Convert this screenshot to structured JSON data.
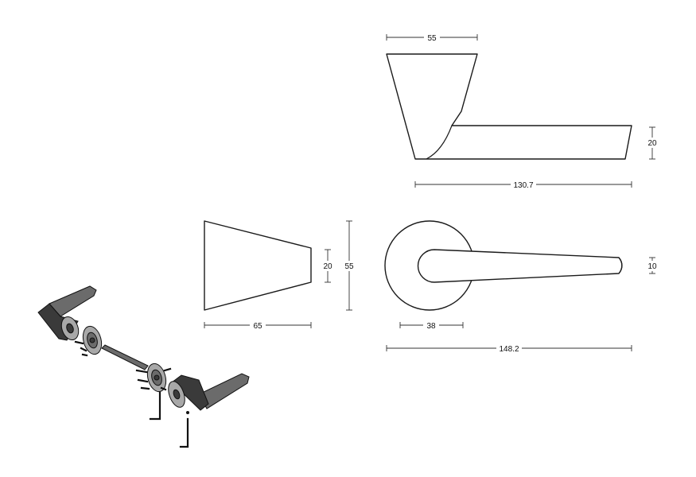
{
  "dimensions": {
    "top_width": "55",
    "top_height": "20",
    "top_length": "130.7",
    "side_small": "20",
    "side_large": "55",
    "side_length": "65",
    "front_rose": "38",
    "front_total": "148.2",
    "front_tip": "10"
  }
}
